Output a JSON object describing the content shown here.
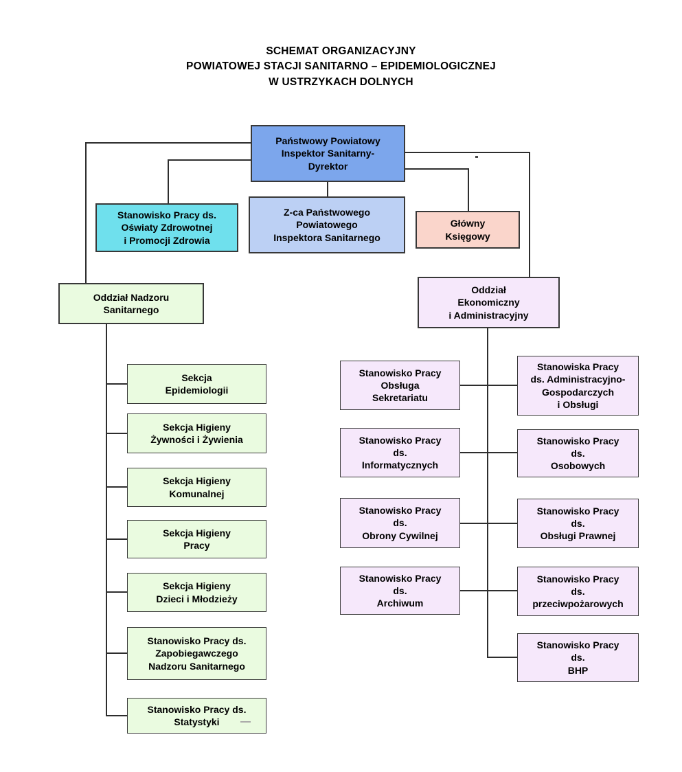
{
  "title": {
    "text": "SCHEMAT ORGANIZACYJNY\nPOWIATOWEJ  STACJI  SANITARNO – EPIDEMIOLOGICZNEJ\nW USTRZYKACH DOLNYCH"
  },
  "colors": {
    "director_fill": "#7CA6EC",
    "deputy_fill": "#BCD0F4",
    "health_education_fill": "#6FE0ED",
    "accountant_fill": "#FAD5CB",
    "sanitary_fill": "#EAFBE0",
    "economic_fill": "#F6E8FB",
    "line": "#2d2d2d"
  },
  "nodes": {
    "director": {
      "label": "Państwowy Powiatowy\nInspektor Sanitarny-\nDyrektor"
    },
    "health_education": {
      "label": "Stanowisko Pracy ds.\nOświaty Zdrowotnej\ni Promocji Zdrowia"
    },
    "deputy": {
      "label": "Z-ca Państwowego\nPowiatowego\nInspektora Sanitarnego"
    },
    "chief_accountant": {
      "label": "Główny\nKsięgowy"
    },
    "sanitary_division": {
      "label": "Oddział Nadzoru\nSanitarnego"
    },
    "economic_division": {
      "label": "Oddział\nEkonomiczny\ni Administracyjny"
    }
  },
  "sanitary_units": [
    {
      "label": "Sekcja\nEpidemiologii"
    },
    {
      "label": "Sekcja Higieny\nŻywności i Żywienia"
    },
    {
      "label": "Sekcja Higieny\nKomunalnej"
    },
    {
      "label": "Sekcja Higieny\nPracy"
    },
    {
      "label": "Sekcja Higieny\nDzieci i Młodzieży"
    },
    {
      "label": "Stanowisko Pracy ds.\nZapobiegawczego\nNadzoru Sanitarnego"
    },
    {
      "label": "Stanowisko Pracy ds.\nStatystyki"
    }
  ],
  "economic_units_left": [
    {
      "label": "Stanowisko Pracy\nObsługa\nSekretariatu"
    },
    {
      "label": "Stanowisko Pracy\nds.\nInformatycznych"
    },
    {
      "label": "Stanowisko Pracy\nds.\nObrony Cywilnej"
    },
    {
      "label": "Stanowisko Pracy\nds.\nArchiwum"
    }
  ],
  "economic_units_right": [
    {
      "label": "Stanowiska Pracy\nds. Administracyjno-\nGospodarczych\ni Obsługi"
    },
    {
      "label": "Stanowisko Pracy\nds.\nOsobowych"
    },
    {
      "label": "Stanowisko Pracy\nds.\nObsługi Prawnej"
    },
    {
      "label": "Stanowisko Pracy\nds.\nprzeciwpożarowych"
    },
    {
      "label": "Stanowisko Pracy\nds.\nBHP"
    }
  ]
}
